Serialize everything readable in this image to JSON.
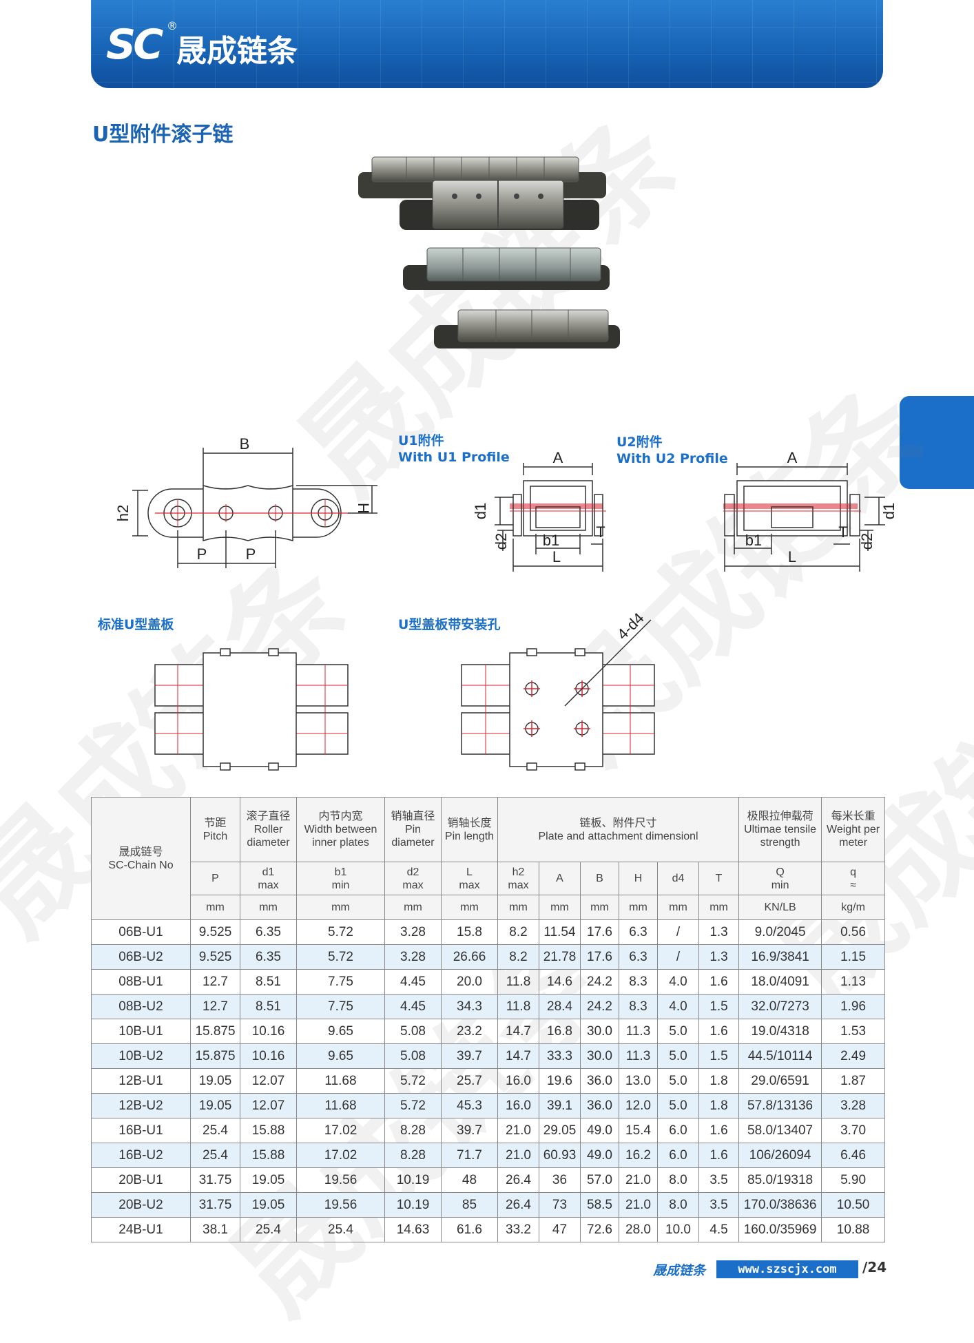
{
  "header": {
    "logo_mark": "SC",
    "logo_registered": "®",
    "logo_text": "晟成链条"
  },
  "page": {
    "title": "U型附件滚子链"
  },
  "diagrams": {
    "side": {
      "B": "B",
      "H": "H",
      "h2": "h2",
      "P1": "P",
      "P2": "P"
    },
    "u1": {
      "title_cn": "U1附件",
      "title_en": "With U1 Profile",
      "A": "A",
      "d1": "d1",
      "d2": "d2",
      "b1": "b1",
      "T": "T",
      "L": "L"
    },
    "u2": {
      "title_cn": "U2附件",
      "title_en": "With U2 Profile",
      "A": "A",
      "d1": "d1",
      "d2": "d2",
      "b1": "b1",
      "T": "T",
      "L": "L"
    },
    "standard": {
      "title": "标准U型盖板"
    },
    "holes": {
      "title": "U型盖板带安装孔",
      "d4": "4-d4"
    }
  },
  "watermark": "晟成链条",
  "table": {
    "h_chain_cn": "晟成链号",
    "h_chain_en": "SC-Chain No",
    "groups": [
      {
        "cn": "节距",
        "en": "Pitch"
      },
      {
        "cn": "滚子直径",
        "en": "Roller diameter"
      },
      {
        "cn": "内节内宽",
        "en": "Width between inner plates"
      },
      {
        "cn": "销轴直径",
        "en": "Pin diameter"
      },
      {
        "cn": "销轴长度",
        "en": "Pin length"
      },
      {
        "cn": "链板、附件尺寸",
        "en": "Plate and attachment dimensionl"
      },
      {
        "cn": "极限拉伸载荷",
        "en": "Ultimae tensile strength"
      },
      {
        "cn": "每米长重",
        "en": "Weight per meter"
      }
    ],
    "symbols": [
      {
        "s": "P",
        "q": ""
      },
      {
        "s": "d1",
        "q": "max"
      },
      {
        "s": "b1",
        "q": "min"
      },
      {
        "s": "d2",
        "q": "max"
      },
      {
        "s": "L",
        "q": "max"
      },
      {
        "s": "h2",
        "q": "max"
      },
      {
        "s": "A",
        "q": ""
      },
      {
        "s": "B",
        "q": ""
      },
      {
        "s": "H",
        "q": ""
      },
      {
        "s": "d4",
        "q": ""
      },
      {
        "s": "T",
        "q": ""
      },
      {
        "s": "Q",
        "q": "min"
      },
      {
        "s": "q",
        "q": "≈"
      }
    ],
    "units": [
      "mm",
      "mm",
      "mm",
      "mm",
      "mm",
      "mm",
      "mm",
      "mm",
      "mm",
      "mm",
      "mm",
      "KN/LB",
      "kg/m"
    ],
    "rows": [
      [
        "06B-U1",
        "9.525",
        "6.35",
        "5.72",
        "3.28",
        "15.8",
        "8.2",
        "11.54",
        "17.6",
        "6.3",
        "/",
        "1.3",
        "9.0/2045",
        "0.56"
      ],
      [
        "06B-U2",
        "9.525",
        "6.35",
        "5.72",
        "3.28",
        "26.66",
        "8.2",
        "21.78",
        "17.6",
        "6.3",
        "/",
        "1.3",
        "16.9/3841",
        "1.15"
      ],
      [
        "08B-U1",
        "12.7",
        "8.51",
        "7.75",
        "4.45",
        "20.0",
        "11.8",
        "14.6",
        "24.2",
        "8.3",
        "4.0",
        "1.6",
        "18.0/4091",
        "1.13"
      ],
      [
        "08B-U2",
        "12.7",
        "8.51",
        "7.75",
        "4.45",
        "34.3",
        "11.8",
        "28.4",
        "24.2",
        "8.3",
        "4.0",
        "1.5",
        "32.0/7273",
        "1.96"
      ],
      [
        "10B-U1",
        "15.875",
        "10.16",
        "9.65",
        "5.08",
        "23.2",
        "14.7",
        "16.8",
        "30.0",
        "11.3",
        "5.0",
        "1.6",
        "19.0/4318",
        "1.53"
      ],
      [
        "10B-U2",
        "15.875",
        "10.16",
        "9.65",
        "5.08",
        "39.7",
        "14.7",
        "33.3",
        "30.0",
        "11.3",
        "5.0",
        "1.5",
        "44.5/10114",
        "2.49"
      ],
      [
        "12B-U1",
        "19.05",
        "12.07",
        "11.68",
        "5.72",
        "25.7",
        "16.0",
        "19.6",
        "36.0",
        "13.0",
        "5.0",
        "1.8",
        "29.0/6591",
        "1.87"
      ],
      [
        "12B-U2",
        "19.05",
        "12.07",
        "11.68",
        "5.72",
        "45.3",
        "16.0",
        "39.1",
        "36.0",
        "12.0",
        "5.0",
        "1.8",
        "57.8/13136",
        "3.28"
      ],
      [
        "16B-U1",
        "25.4",
        "15.88",
        "17.02",
        "8.28",
        "39.7",
        "21.0",
        "29.05",
        "49.0",
        "15.4",
        "6.0",
        "1.6",
        "58.0/13407",
        "3.70"
      ],
      [
        "16B-U2",
        "25.4",
        "15.88",
        "17.02",
        "8.28",
        "71.7",
        "21.0",
        "60.93",
        "49.0",
        "16.2",
        "6.0",
        "1.6",
        "106/26094",
        "6.46"
      ],
      [
        "20B-U1",
        "31.75",
        "19.05",
        "19.56",
        "10.19",
        "48",
        "26.4",
        "36",
        "57.0",
        "21.0",
        "8.0",
        "3.5",
        "85.0/19318",
        "5.90"
      ],
      [
        "20B-U2",
        "31.75",
        "19.05",
        "19.56",
        "10.19",
        "85",
        "26.4",
        "73",
        "58.5",
        "21.0",
        "8.0",
        "3.5",
        "170.0/38636",
        "10.50"
      ],
      [
        "24B-U1",
        "38.1",
        "25.4",
        "25.4",
        "14.63",
        "61.6",
        "33.2",
        "47",
        "72.6",
        "28.0",
        "10.0",
        "4.5",
        "160.0/35969",
        "10.88"
      ]
    ]
  },
  "footer": {
    "brand": "晟成链条",
    "url": "www.szscjx.com",
    "page": "/24"
  },
  "colors": {
    "brand_blue": "#1b6fc8",
    "row_alt": "#e4f1fb",
    "drawing_red": "#d9232d"
  }
}
